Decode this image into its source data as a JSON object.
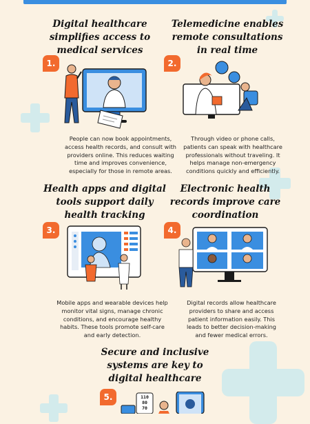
{
  "sections": [
    {
      "badge": "1.",
      "title": [
        "Digital healthcare",
        "simplifies access to",
        "medical services"
      ],
      "body": [
        "People can now book appointments,",
        "access health records, and consult with",
        "providers online. This reduces waiting",
        "time and improves convenience,",
        "especially for those in remote areas."
      ]
    },
    {
      "badge": "2.",
      "title": [
        "Telemedicine enables",
        "remote consultations",
        "in real time"
      ],
      "body": [
        "Through video or phone calls,",
        "patients can speak with healthcare",
        "professionals without traveling. It",
        "helps manage non-emergency",
        "conditions quickly and efficiently."
      ]
    },
    {
      "badge": "3.",
      "title": [
        "Health apps and digital",
        "tools support daily",
        "health tracking"
      ],
      "body": [
        "Mobile apps and wearable devices help",
        "monitor vital signs, manage chronic",
        "conditions, and encourage healthy",
        "habits. These tools promote self-care",
        "and early detection."
      ]
    },
    {
      "badge": "4.",
      "title": [
        "Electronic health",
        "records improve care",
        "coordination"
      ],
      "body": [
        "Digital records allow healthcare",
        "providers to share and access",
        "patient information easily. This",
        "leads to better decision-making",
        "and fewer medical errors."
      ]
    },
    {
      "badge": "5.",
      "title": [
        "Secure and inclusive",
        "systems are key to",
        "digital healthcare"
      ],
      "body": []
    }
  ],
  "vitals": [
    "110",
    "80",
    "70"
  ],
  "colors": {
    "accent": "#f26a2e",
    "blue": "#3a8ee0",
    "background": "#fbf2e3",
    "cross": "#d3ebec"
  }
}
